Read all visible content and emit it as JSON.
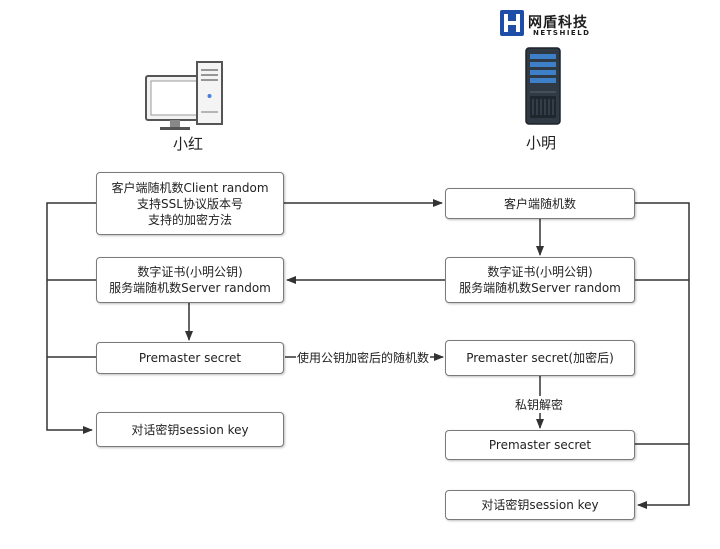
{
  "logo": {
    "cn": "网盾科技",
    "en": "NETSHIELD",
    "mark_color": "#1f4ea8"
  },
  "actors": {
    "client": "小红",
    "server": "小明"
  },
  "client_boxes": {
    "hello": [
      "客户端随机数Client random",
      "支持SSL协议版本号",
      "支持的加密方法"
    ],
    "cert": [
      "数字证书(小明公钥)",
      "服务端随机数Server random"
    ],
    "premaster": [
      "Premaster secret"
    ],
    "session": [
      "对话密钥session key"
    ]
  },
  "server_boxes": {
    "client_random": [
      "客户端随机数"
    ],
    "cert": [
      "数字证书(小明公钥)",
      "服务端随机数Server random"
    ],
    "premaster_encrypted": [
      "Premaster secret(加密后)"
    ],
    "premaster": [
      "Premaster secret"
    ],
    "session": [
      "对话密钥session key"
    ]
  },
  "edge_labels": {
    "encrypt_with_pubkey": "使用公钥加密后的随机数",
    "decrypt_private": "私钥解密"
  },
  "colors": {
    "line": "#333333",
    "box_border": "#7a7a7a"
  }
}
